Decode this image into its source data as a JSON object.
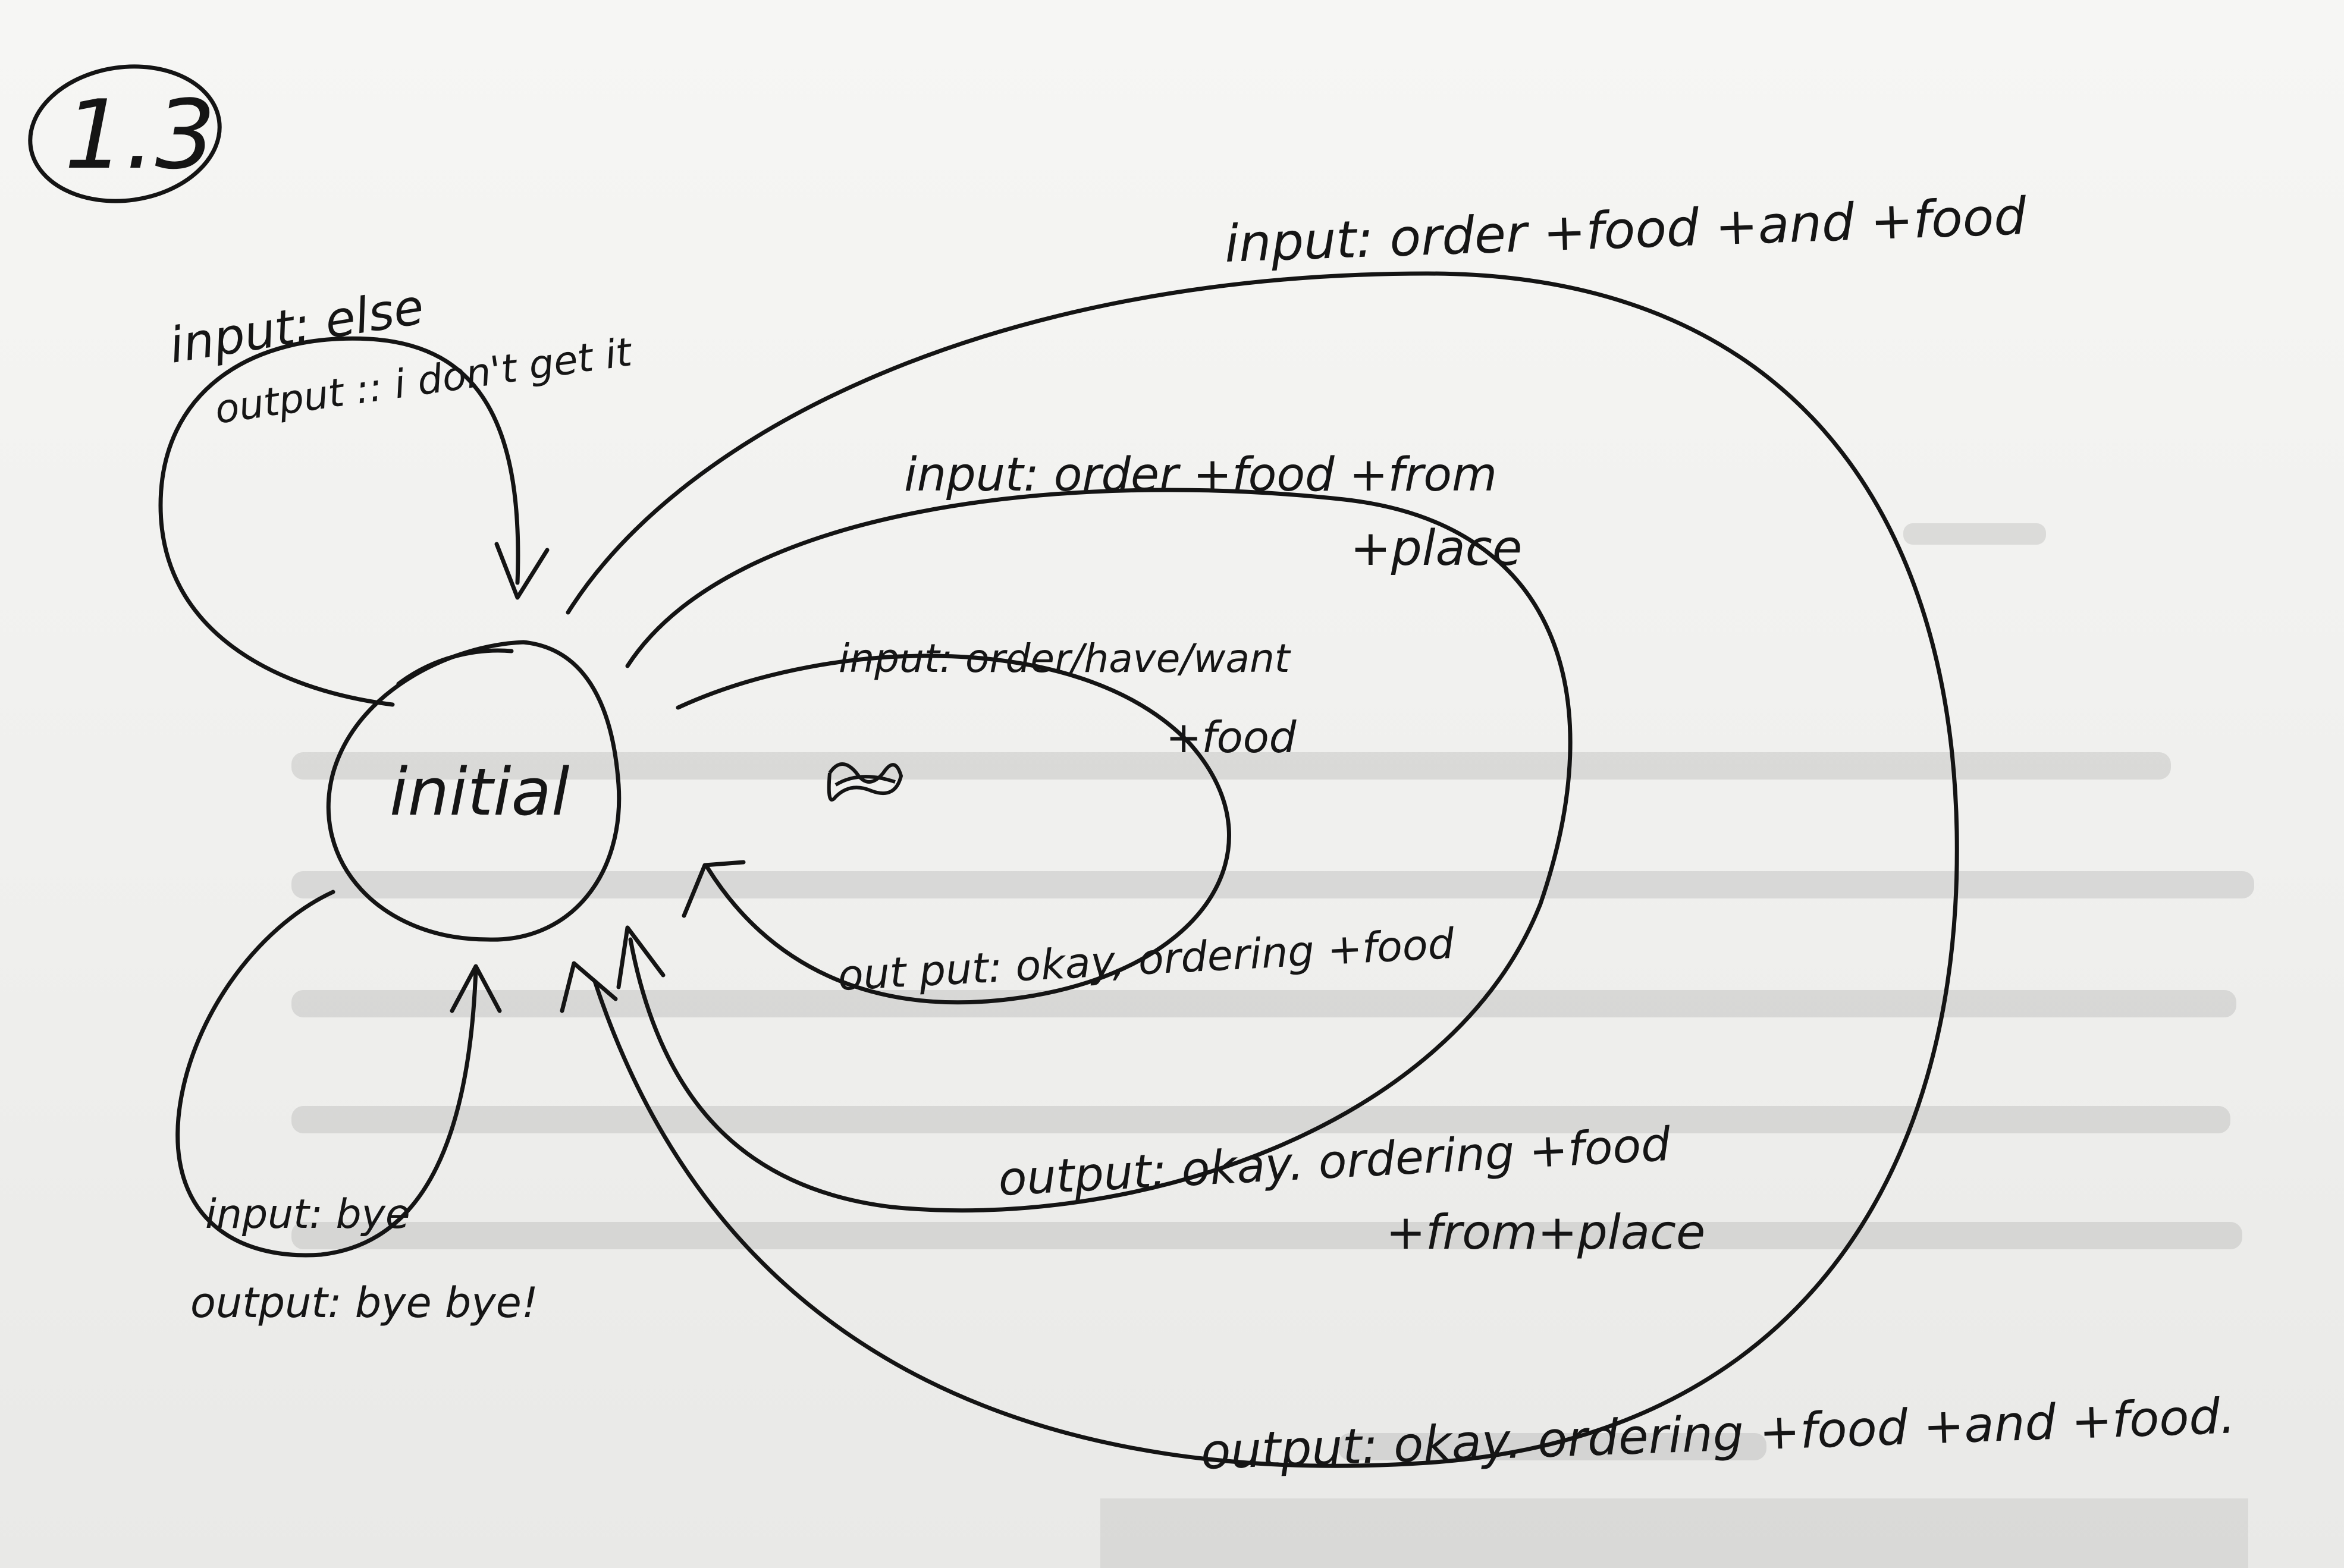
{
  "colors": {
    "paper": "#f3f3f1",
    "ink": "#141414",
    "bleed": "#8a8a88"
  },
  "section_number": "1.3",
  "state": {
    "label": "initial"
  },
  "self_loop_else": {
    "input": "input: else",
    "output": "output :: i don't get it"
  },
  "self_loop_bye": {
    "input": "input: bye",
    "output": "output: bye bye!"
  },
  "loop_inner": {
    "input": "input: order/have/want",
    "input_2": "+food",
    "output": "out put: okay, ordering +food"
  },
  "loop_middle": {
    "input": "input: order +food +from",
    "input_2": "+place",
    "output": "output: okay. ordering +food",
    "output_2": "+from+place"
  },
  "loop_outer": {
    "input": "input: order +food +and +food",
    "output": "output: okay. ordering +food +and +food."
  }
}
